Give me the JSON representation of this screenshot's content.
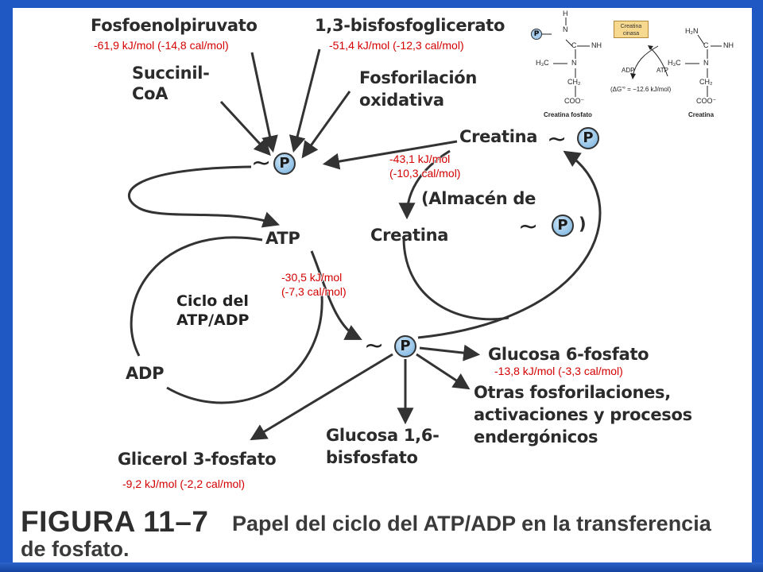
{
  "sources": {
    "pep": "Fosfoenolpiruvato",
    "bpg": "1,3-bisfosfoglicerato",
    "succinyl_line1": "Succinil-",
    "succinyl_line2": "CoA",
    "oxphos_line1": "Fosforilación",
    "oxphos_line2": "oxidativa"
  },
  "store": {
    "creatine_p": "Creatina",
    "storage_open": "(Almacén de",
    "storage_close": ")",
    "creatine": "Creatina"
  },
  "cycle": {
    "atp": "ATP",
    "adp": "ADP",
    "label_line1": "Ciclo del",
    "label_line2": "ATP/ADP"
  },
  "products": {
    "g6p": "Glucosa 6-fosfato",
    "other_line1": "Otras fosforilaciones,",
    "other_line2": "activaciones y procesos",
    "other_line3": "endergónicos",
    "g16_line1": "Glucosa 1,6-",
    "g16_line2": "bisfosfato",
    "glycerol": "Glicerol 3-fosfato"
  },
  "phosphate_symbol": "P",
  "tilde_symbol": "~",
  "energies": {
    "pep": "-61,9 kJ/mol (-14,8 cal/mol)",
    "bpg": "-51,4 kJ/mol (-12,3 cal/mol)",
    "creatine_line1": "-43,1 kJ/mol",
    "creatine_line2": "(-10,3 cal/mol)",
    "atp_line1": "-30,5 kJ/mol",
    "atp_line2": "(-7,3 cal/mol)",
    "g6p": "-13,8 kJ/mol (-3,3 cal/mol)",
    "glycerol": "-9,2 kJ/mol (-2,2 cal/mol)"
  },
  "inset": {
    "enzyme_line1": "Creatina",
    "enzyme_line2": "cinasa",
    "adp": "ADP",
    "atp": "ATP",
    "delta_g": "(ΔG'° = −12.6 kJ/mol)",
    "left_name": "Creatina fosfato",
    "right_name": "Creatina",
    "atom_h": "H",
    "atom_n": "N",
    "atom_c": "C",
    "atom_nh": "NH",
    "atom_h2n": "H₂N",
    "atom_h3c": "H₃C",
    "atom_ch2": "CH₂",
    "atom_coo": "COO⁻",
    "atom_p": "P"
  },
  "caption": {
    "figure_number": "FIGURA 11–7",
    "line1": "Papel del ciclo del ATP/ADP en la transferencia",
    "line2": "de fosfato."
  },
  "colors": {
    "frame": "#1f57c3",
    "energy_text": "#d40000",
    "phosphate_fill": "#8fc0e6",
    "arrow": "#333333"
  }
}
